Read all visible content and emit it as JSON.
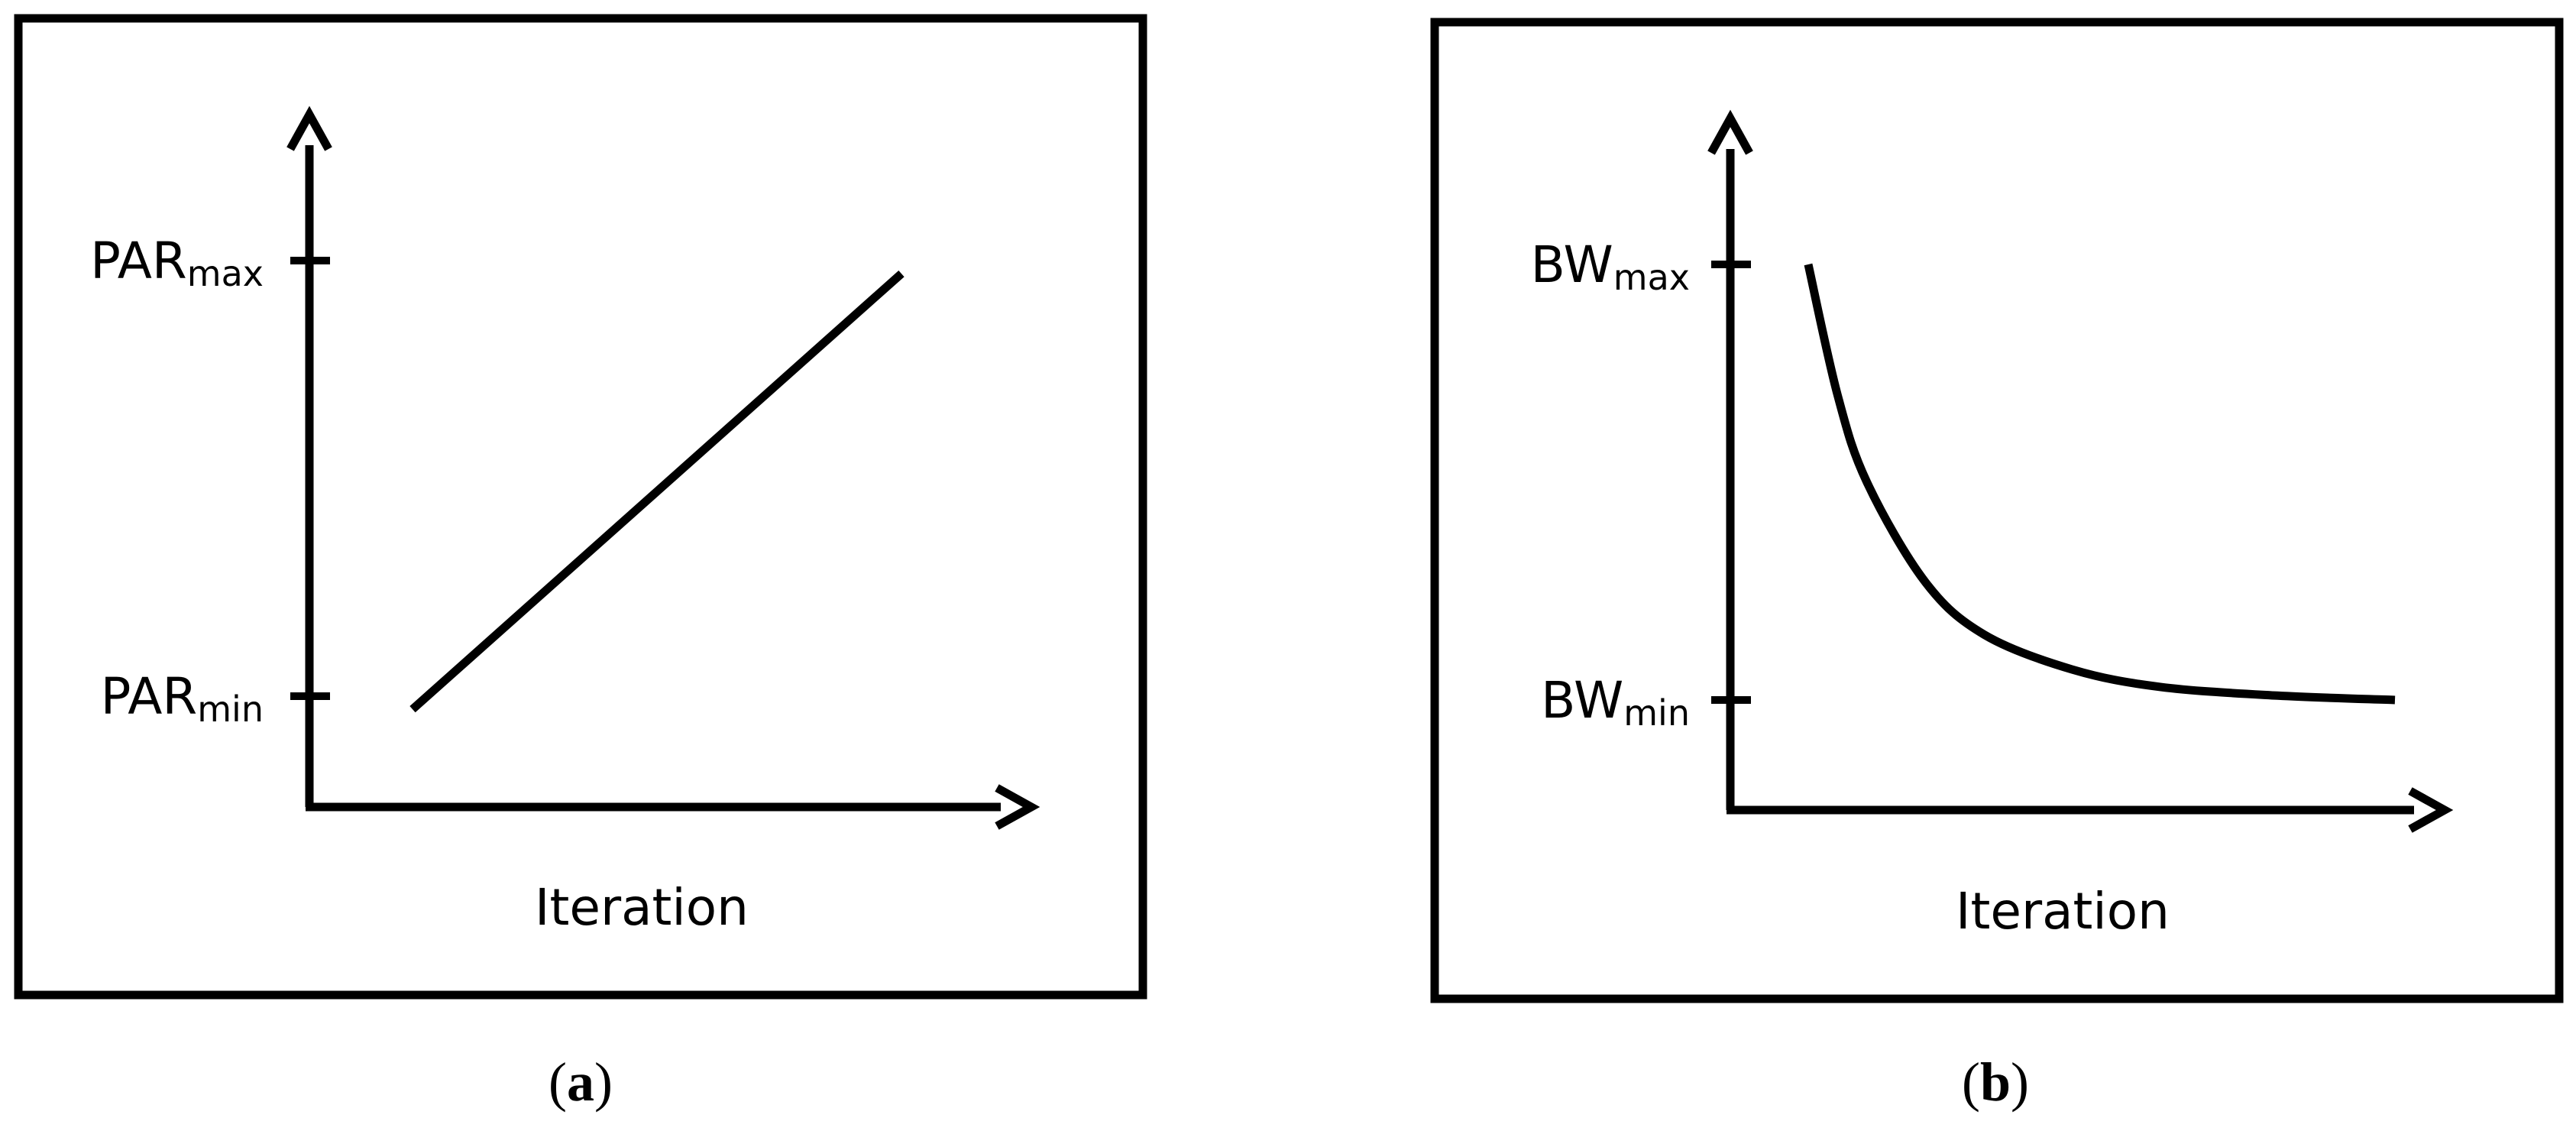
{
  "chart_data": [
    {
      "type": "line",
      "panel": "a",
      "caption_open": "(",
      "caption_letter": "a",
      "caption_close": ")",
      "xlabel": "Iteration",
      "ylabel": "",
      "y_ticks": [
        {
          "base": "PAR",
          "sub": "max",
          "level": "max"
        },
        {
          "base": "PAR",
          "sub": "min",
          "level": "min"
        }
      ],
      "series": [
        {
          "shape": "linear-increasing",
          "x": [
            0.0,
            1.0
          ],
          "y": [
            -0.03,
            0.97
          ]
        }
      ],
      "grid": false,
      "legend": "none"
    },
    {
      "type": "line",
      "panel": "b",
      "caption_open": "(",
      "caption_letter": "b",
      "caption_close": ")",
      "xlabel": "Iteration",
      "ylabel": "",
      "y_ticks": [
        {
          "base": "BW",
          "sub": "max",
          "level": "max"
        },
        {
          "base": "BW",
          "sub": "min",
          "level": "min"
        }
      ],
      "series": [
        {
          "shape": "exponential-decay",
          "x": [
            0.0,
            0.05,
            0.1,
            0.2,
            0.3,
            0.45,
            0.6,
            0.8,
            1.0
          ],
          "y": [
            1.0,
            0.7,
            0.5,
            0.27,
            0.15,
            0.07,
            0.03,
            0.01,
            0.0
          ]
        }
      ],
      "grid": false,
      "legend": "none"
    }
  ]
}
